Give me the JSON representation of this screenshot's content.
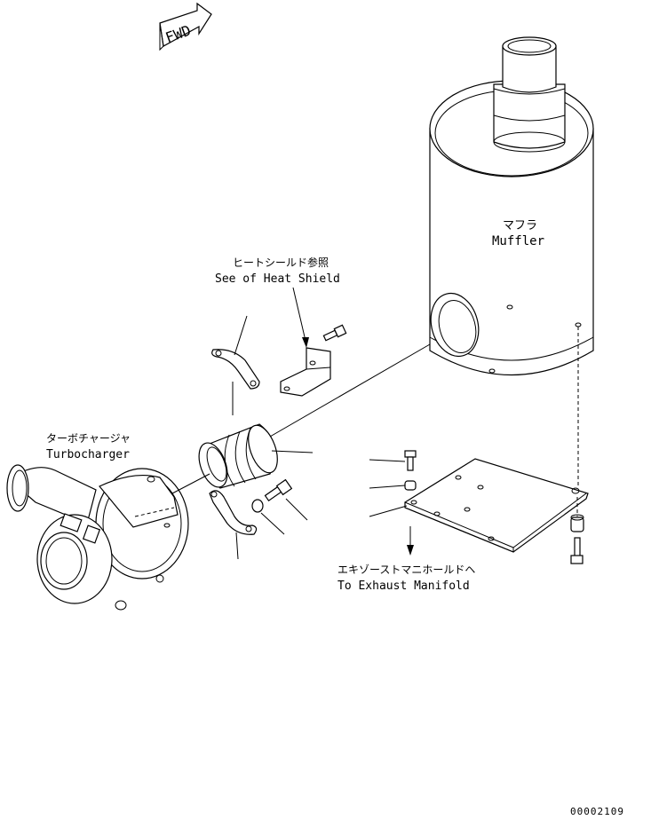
{
  "fwd_label": "FWD",
  "muffler": {
    "label_jp": "マフラ",
    "label_en": "Muffler"
  },
  "heat_shield": {
    "label_jp": "ヒートシールド参照",
    "label_en": "See of Heat Shield"
  },
  "turbocharger": {
    "label_jp": "ターボチャージャ",
    "label_en": "Turbocharger"
  },
  "exhaust_manifold": {
    "label_jp": "エキゾーストマニホールドヘ",
    "label_en": "To Exhaust Manifold"
  },
  "drawing_number": "00002109"
}
